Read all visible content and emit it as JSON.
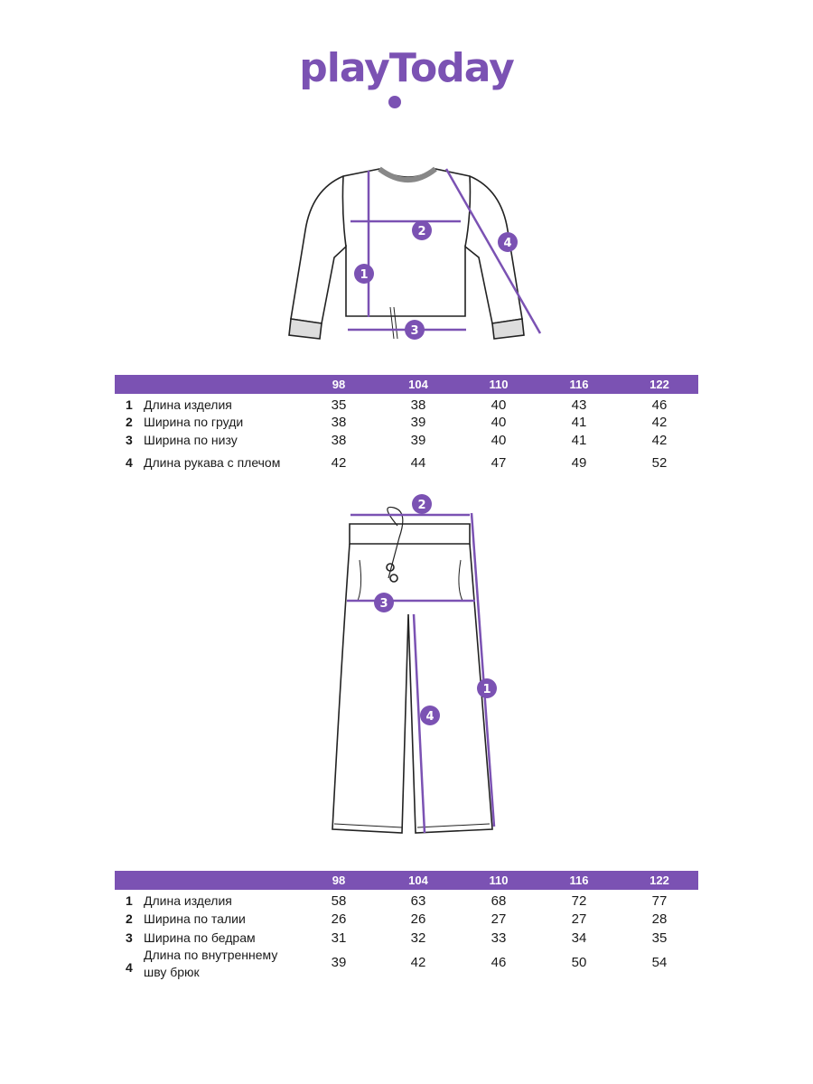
{
  "brand": {
    "logo_text": "playToday",
    "accent_color": "#7b52b3"
  },
  "top_garment": {
    "markers": [
      "1",
      "2",
      "3",
      "4"
    ],
    "table": {
      "sizes": [
        "98",
        "104",
        "110",
        "116",
        "122"
      ],
      "rows": [
        {
          "num": "1",
          "name": "Длина изделия",
          "values": [
            "35",
            "38",
            "40",
            "43",
            "46"
          ]
        },
        {
          "num": "2",
          "name": "Ширина по груди",
          "values": [
            "38",
            "39",
            "40",
            "41",
            "42"
          ]
        },
        {
          "num": "3",
          "name": "Ширина по низу",
          "values": [
            "38",
            "39",
            "40",
            "41",
            "42"
          ]
        },
        {
          "num": "4",
          "name": "Длина рукава с плечом",
          "values": [
            "42",
            "44",
            "47",
            "49",
            "52"
          ]
        }
      ]
    }
  },
  "bottom_garment": {
    "markers": [
      "2",
      "3",
      "1",
      "4"
    ],
    "table": {
      "sizes": [
        "98",
        "104",
        "110",
        "116",
        "122"
      ],
      "rows": [
        {
          "num": "1",
          "name": "Длина изделия",
          "values": [
            "58",
            "63",
            "68",
            "72",
            "77"
          ]
        },
        {
          "num": "2",
          "name": "Ширина по талии",
          "values": [
            "26",
            "26",
            "27",
            "27",
            "28"
          ]
        },
        {
          "num": "3",
          "name": "Ширина по бедрам",
          "values": [
            "31",
            "32",
            "33",
            "34",
            "35"
          ]
        },
        {
          "num": "4",
          "name": "Длина по внутреннему",
          "name2": "шву брюк",
          "values": [
            "39",
            "42",
            "46",
            "50",
            "54"
          ]
        }
      ]
    }
  }
}
